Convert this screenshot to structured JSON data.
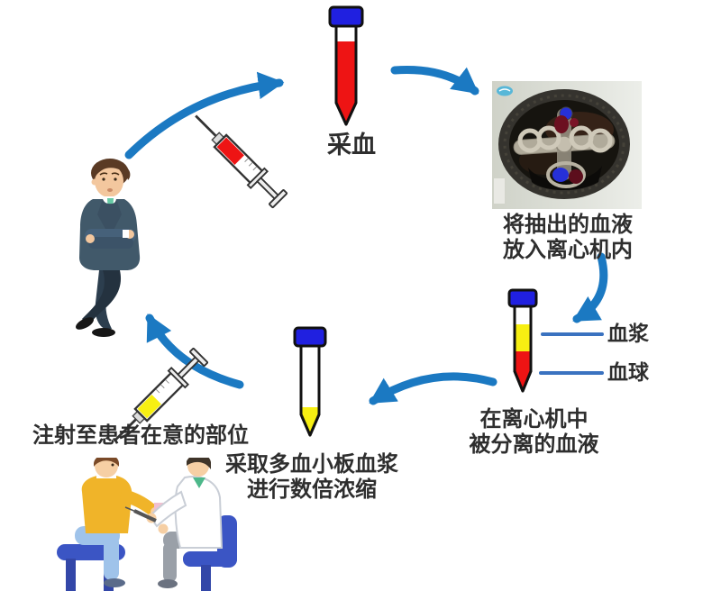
{
  "colors": {
    "arrow": "#1b79c2",
    "callout_line": "#3a72c0",
    "cap_blue": "#2020e0",
    "blood_red": "#ee1414",
    "plasma_yellow": "#f7ef12",
    "text": "#2e2e2e"
  },
  "steps": {
    "collect": {
      "label": "采血"
    },
    "centrifuge": {
      "line1": "将抽出的血液",
      "line2": "放入离心机内"
    },
    "separated": {
      "line1": "在离心机中",
      "line2": "被分离的血液",
      "plasma": "血浆",
      "cells": "血球"
    },
    "concentrate": {
      "line1": "采取多血小板血浆",
      "line2": "进行数倍浓缩"
    },
    "inject": {
      "label": "注射至患者在意的部位"
    }
  },
  "icons": {
    "blood_tube": "test tube filled with red blood, blue cap",
    "separated_tube": "test tube with yellow plasma over red blood cells",
    "plasma_tube": "test tube with concentrated yellow plasma at bottom",
    "red_syringe": "syringe with red blood",
    "yellow_syringe": "syringe with yellow plasma",
    "centrifuge_photo": "top view photo of centrifuge rotor",
    "standing_man": "standing man in suit",
    "injection_scene": "doctor injecting seated patient's arm",
    "flow_arrows": "blue curved cycle arrows"
  }
}
